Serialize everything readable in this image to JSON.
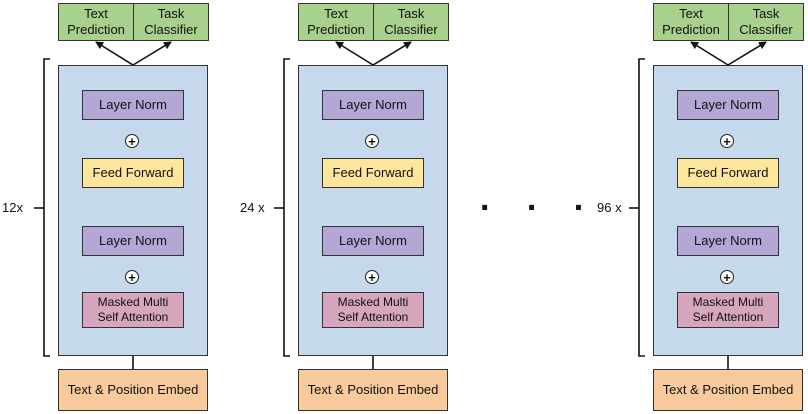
{
  "stacks": [
    {
      "repeat": "12x",
      "head": {
        "text_prediction": "Text\nPrediction",
        "task_classifier": "Task\nClassifier"
      },
      "layer_norm_top": "Layer Norm",
      "feed_forward": "Feed Forward",
      "layer_norm_bottom": "Layer Norm",
      "attention": "Masked Multi\nSelf Attention",
      "embed": "Text & Position Embed"
    },
    {
      "repeat": "24 x",
      "head": {
        "text_prediction": "Text\nPrediction",
        "task_classifier": "Task\nClassifier"
      },
      "layer_norm_top": "Layer Norm",
      "feed_forward": "Feed Forward",
      "layer_norm_bottom": "Layer Norm",
      "attention": "Masked Multi\nSelf Attention",
      "embed": "Text & Position Embed"
    },
    {
      "repeat": "96 x",
      "head": {
        "text_prediction": "Text\nPrediction",
        "task_classifier": "Task\nClassifier"
      },
      "layer_norm_top": "Layer Norm",
      "feed_forward": "Feed Forward",
      "layer_norm_bottom": "Layer Norm",
      "attention": "Masked Multi\nSelf Attention",
      "embed": "Text & Position Embed"
    }
  ],
  "ellipsis": ". . .",
  "residual_symbol": "+",
  "colors": {
    "head": "#a9d18e",
    "block": "#c6d9ec",
    "layer_norm": "#b4a7d6",
    "feed_forward": "#fde59b",
    "attention": "#d5a6bd",
    "embed": "#f9cb9c"
  }
}
